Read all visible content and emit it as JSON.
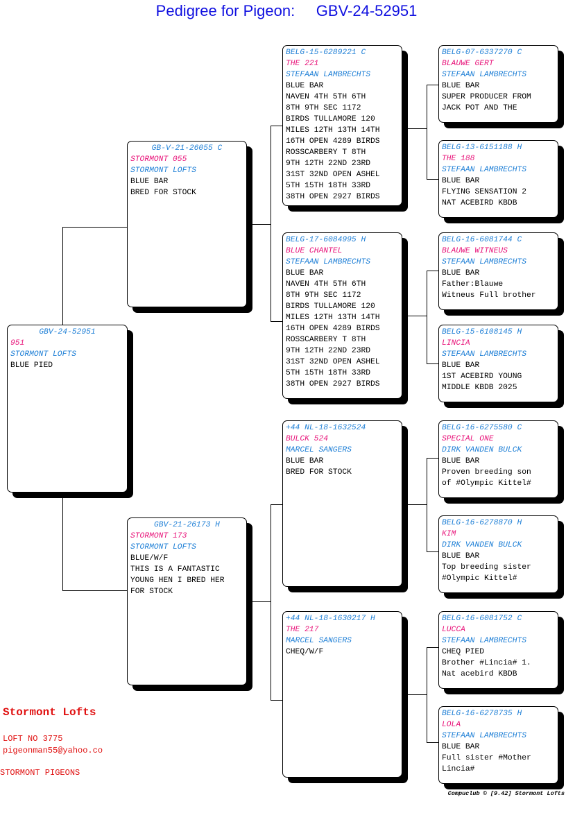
{
  "header": {
    "title": "Pedigree for Pigeon:     GBV-24-52951"
  },
  "birds": {
    "subject": {
      "ring": "GBV-24-52951",
      "name": "951",
      "breeder": "STORMONT LOFTS",
      "info": [
        "BLUE PIED"
      ]
    },
    "sire": {
      "ring": "GB-V-21-26055 C",
      "name": "STORMONT 055",
      "breeder": "STORMONT LOFTS",
      "info": [
        "BLUE BAR",
        "BRED FOR STOCK"
      ]
    },
    "dam": {
      "ring": "GBV-21-26173 H",
      "name": "STORMONT 173",
      "breeder": "STORMONT LOFTS",
      "info": [
        "BLUE/W/F",
        "THIS IS A FANTASTIC",
        "YOUNG HEN I BRED HER",
        "FOR STOCK"
      ]
    },
    "ss": {
      "ring": "BELG-15-6289221 C",
      "name": "THE 221",
      "breeder": "STEFAAN LAMBRECHTS",
      "info": [
        "BLUE BAR",
        "NAVEN 4TH 5TH 6TH",
        "8TH 9TH SEC 1172",
        "BIRDS TULLAMORE 120",
        "MILES 12TH 13TH 14TH",
        "16TH OPEN 4289 BIRDS",
        "ROSSCARBERY T 8TH",
        "9TH 12TH 22ND 23RD",
        "31ST 32ND OPEN ASHEL",
        "5TH 15TH 18TH 33RD",
        "38TH OPEN 2927 BIRDS"
      ]
    },
    "sd": {
      "ring": "BELG-17-6084995 H",
      "name": "BLUE CHANTEL",
      "breeder": "STEFAAN LAMBRECHTS",
      "info": [
        "BLUE BAR",
        "NAVEN 4TH 5TH 6TH",
        "8TH 9TH SEC 1172",
        "BIRDS TULLAMORE 120",
        "MILES 12TH 13TH 14TH",
        "16TH OPEN 4289 BIRDS",
        "ROSSCARBERY T 8TH",
        "9TH 12TH 22ND 23RD",
        "31ST 32ND OPEN ASHEL",
        "5TH 15TH 18TH 33RD",
        "38TH OPEN 2927 BIRDS"
      ]
    },
    "ds": {
      "ring": "+44 NL-18-1632524",
      "name": "BULCK 524",
      "breeder": "MARCEL SANGERS",
      "info": [
        "BLUE BAR",
        "BRED FOR STOCK"
      ]
    },
    "dd": {
      "ring": "+44 NL-18-1630217 H",
      "name": "THE 217",
      "breeder": "MARCEL SANGERS",
      "info": [
        "CHEQ/W/F"
      ]
    },
    "sss": {
      "ring": "BELG-07-6337270 C",
      "name": "BLAUWE GERT",
      "breeder": "STEFAAN LAMBRECHTS",
      "info": [
        "BLUE BAR",
        "SUPER PRODUCER FROM",
        "JACK POT AND THE"
      ]
    },
    "ssd": {
      "ring": "BELG-13-6151188 H",
      "name": "THE 188",
      "breeder": "STEFAAN LAMBRECHTS",
      "info": [
        "BLUE BAR",
        "FLYING SENSATION 2",
        "NAT ACEBIRD KBDB"
      ]
    },
    "sds": {
      "ring": "BELG-16-6081744 C",
      "name": "BLAUWE WITNEUS",
      "breeder": "STEFAAN LAMBRECHTS",
      "info": [
        "BLUE BAR",
        "Father:Blauwe",
        "Witneus Full brother"
      ]
    },
    "sdd": {
      "ring": "BELG-15-6108145 H",
      "name": "LINCIA",
      "breeder": "STEFAAN LAMBRECHTS",
      "info": [
        "BLUE BAR",
        "1ST ACEBIRD YOUNG",
        "MIDDLE KBDB 2025"
      ]
    },
    "dss": {
      "ring": "BELG-16-6275580 C",
      "name": "SPECIAL ONE",
      "breeder": "DIRK VANDEN BULCK",
      "info": [
        "BLUE BAR",
        "Proven breeding son",
        "of #Olympic Kittel#"
      ]
    },
    "dsd": {
      "ring": "BELG-16-6278870 H",
      "name": "KIM",
      "breeder": "DIRK VANDEN BULCK",
      "info": [
        "BLUE BAR",
        "Top breeding sister",
        "#Olympic Kittel#"
      ]
    },
    "dds": {
      "ring": "BELG-16-6081752 C",
      "name": "LUCCA",
      "breeder": "STEFAAN LAMBRECHTS",
      "info": [
        "CHEQ PIED",
        "Brother #Lincia# 1.",
        "Nat acebird KBDB"
      ]
    },
    "ddd": {
      "ring": "BELG-16-6278735 H",
      "name": "LOLA",
      "breeder": "STEFAAN LAMBRECHTS",
      "info": [
        "BLUE BAR",
        "Full sister #Mother",
        "Lincia#"
      ]
    }
  },
  "footer": {
    "loft_name": "Stormont Lofts",
    "loft_no": "LOFT NO 3775",
    "email": "pigeonman55@yahoo.co",
    "club": "STORMONT PIGEONS",
    "software": "Compuclub © [9.42]  Stormont Lofts"
  },
  "colors": {
    "ring": "#1e7fd6",
    "name": "#e8147a",
    "title": "#1010e0",
    "footer": "#e01010"
  }
}
